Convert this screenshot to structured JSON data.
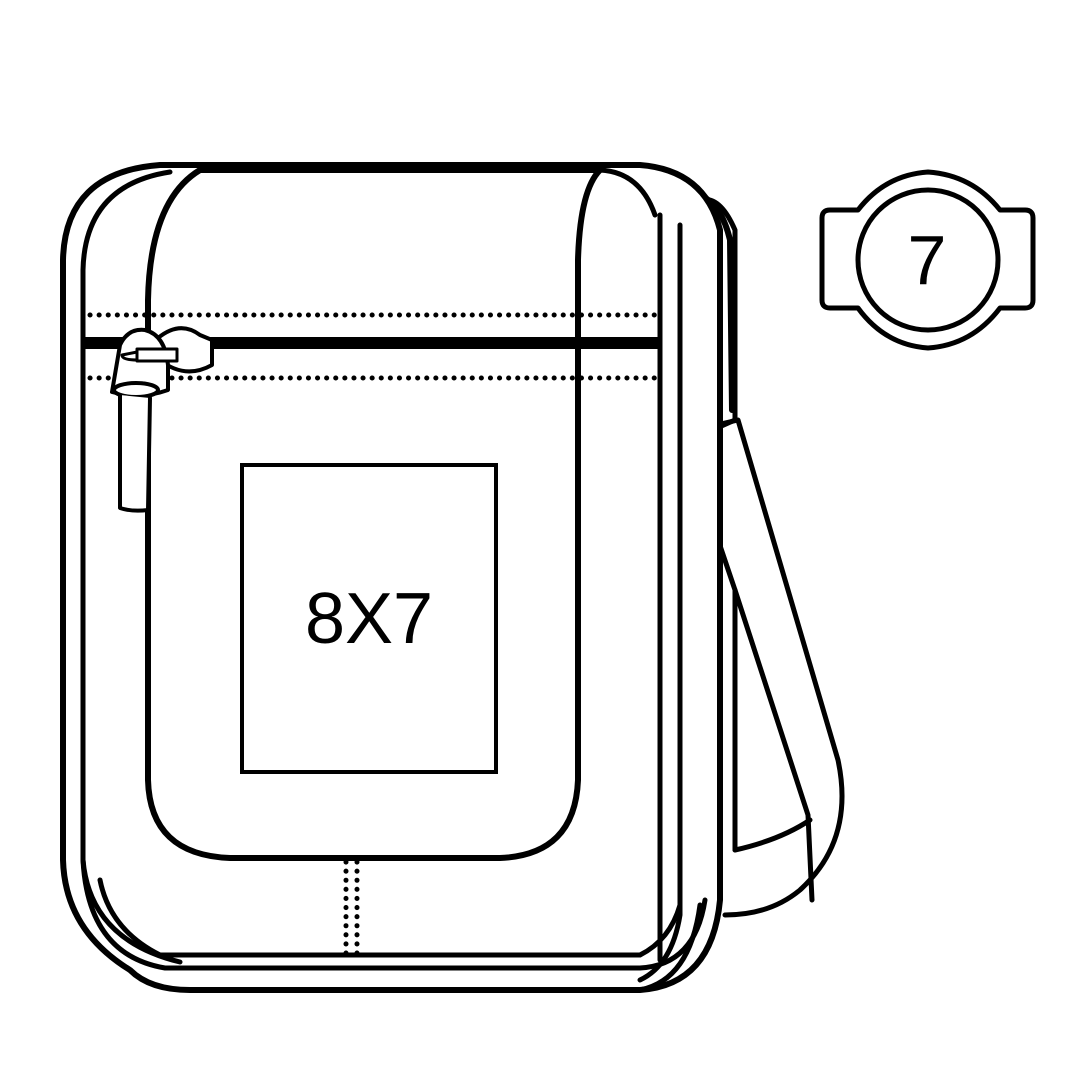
{
  "illustration": {
    "subject": "messenger-bag-line-art",
    "stroke_color": "#000000",
    "background_color": "#ffffff"
  },
  "print_area": {
    "label": "8X7"
  },
  "badge": {
    "number": "7"
  }
}
